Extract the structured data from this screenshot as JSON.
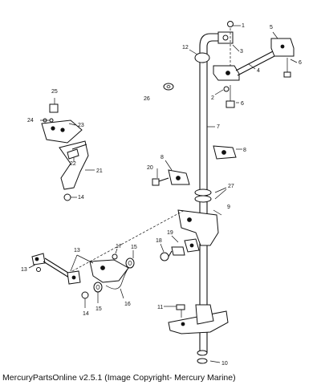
{
  "caption": "MercuryPartsOnline v2.5.1 (Image Copyright- Mercury Marine)",
  "callouts": [
    "1",
    "2",
    "3",
    "4",
    "5",
    "6",
    "6",
    "7",
    "8",
    "8",
    "9",
    "10",
    "11",
    "12",
    "13",
    "13",
    "14",
    "14",
    "15",
    "15",
    "16",
    "17",
    "18",
    "19",
    "20",
    "21",
    "22",
    "23",
    "24",
    "25",
    "26",
    "27"
  ]
}
